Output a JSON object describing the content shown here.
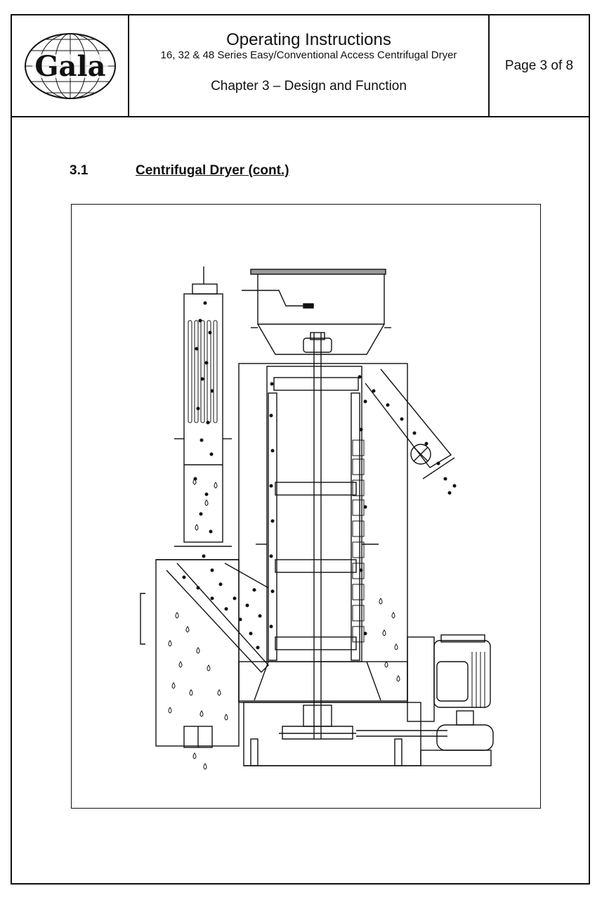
{
  "header": {
    "logo_text": "Gala",
    "title": "Operating Instructions",
    "subtitle": "16, 32 & 48 Series Easy/Conventional Access Centrifugal Dryer",
    "chapter": "Chapter 3 – Design and Function",
    "page": "Page 3 of 8"
  },
  "section": {
    "number": "3.1",
    "title": "Centrifugal Dryer (cont.)"
  },
  "figure": {
    "icon": "centrifugal-dryer-cross-section-diagram"
  }
}
